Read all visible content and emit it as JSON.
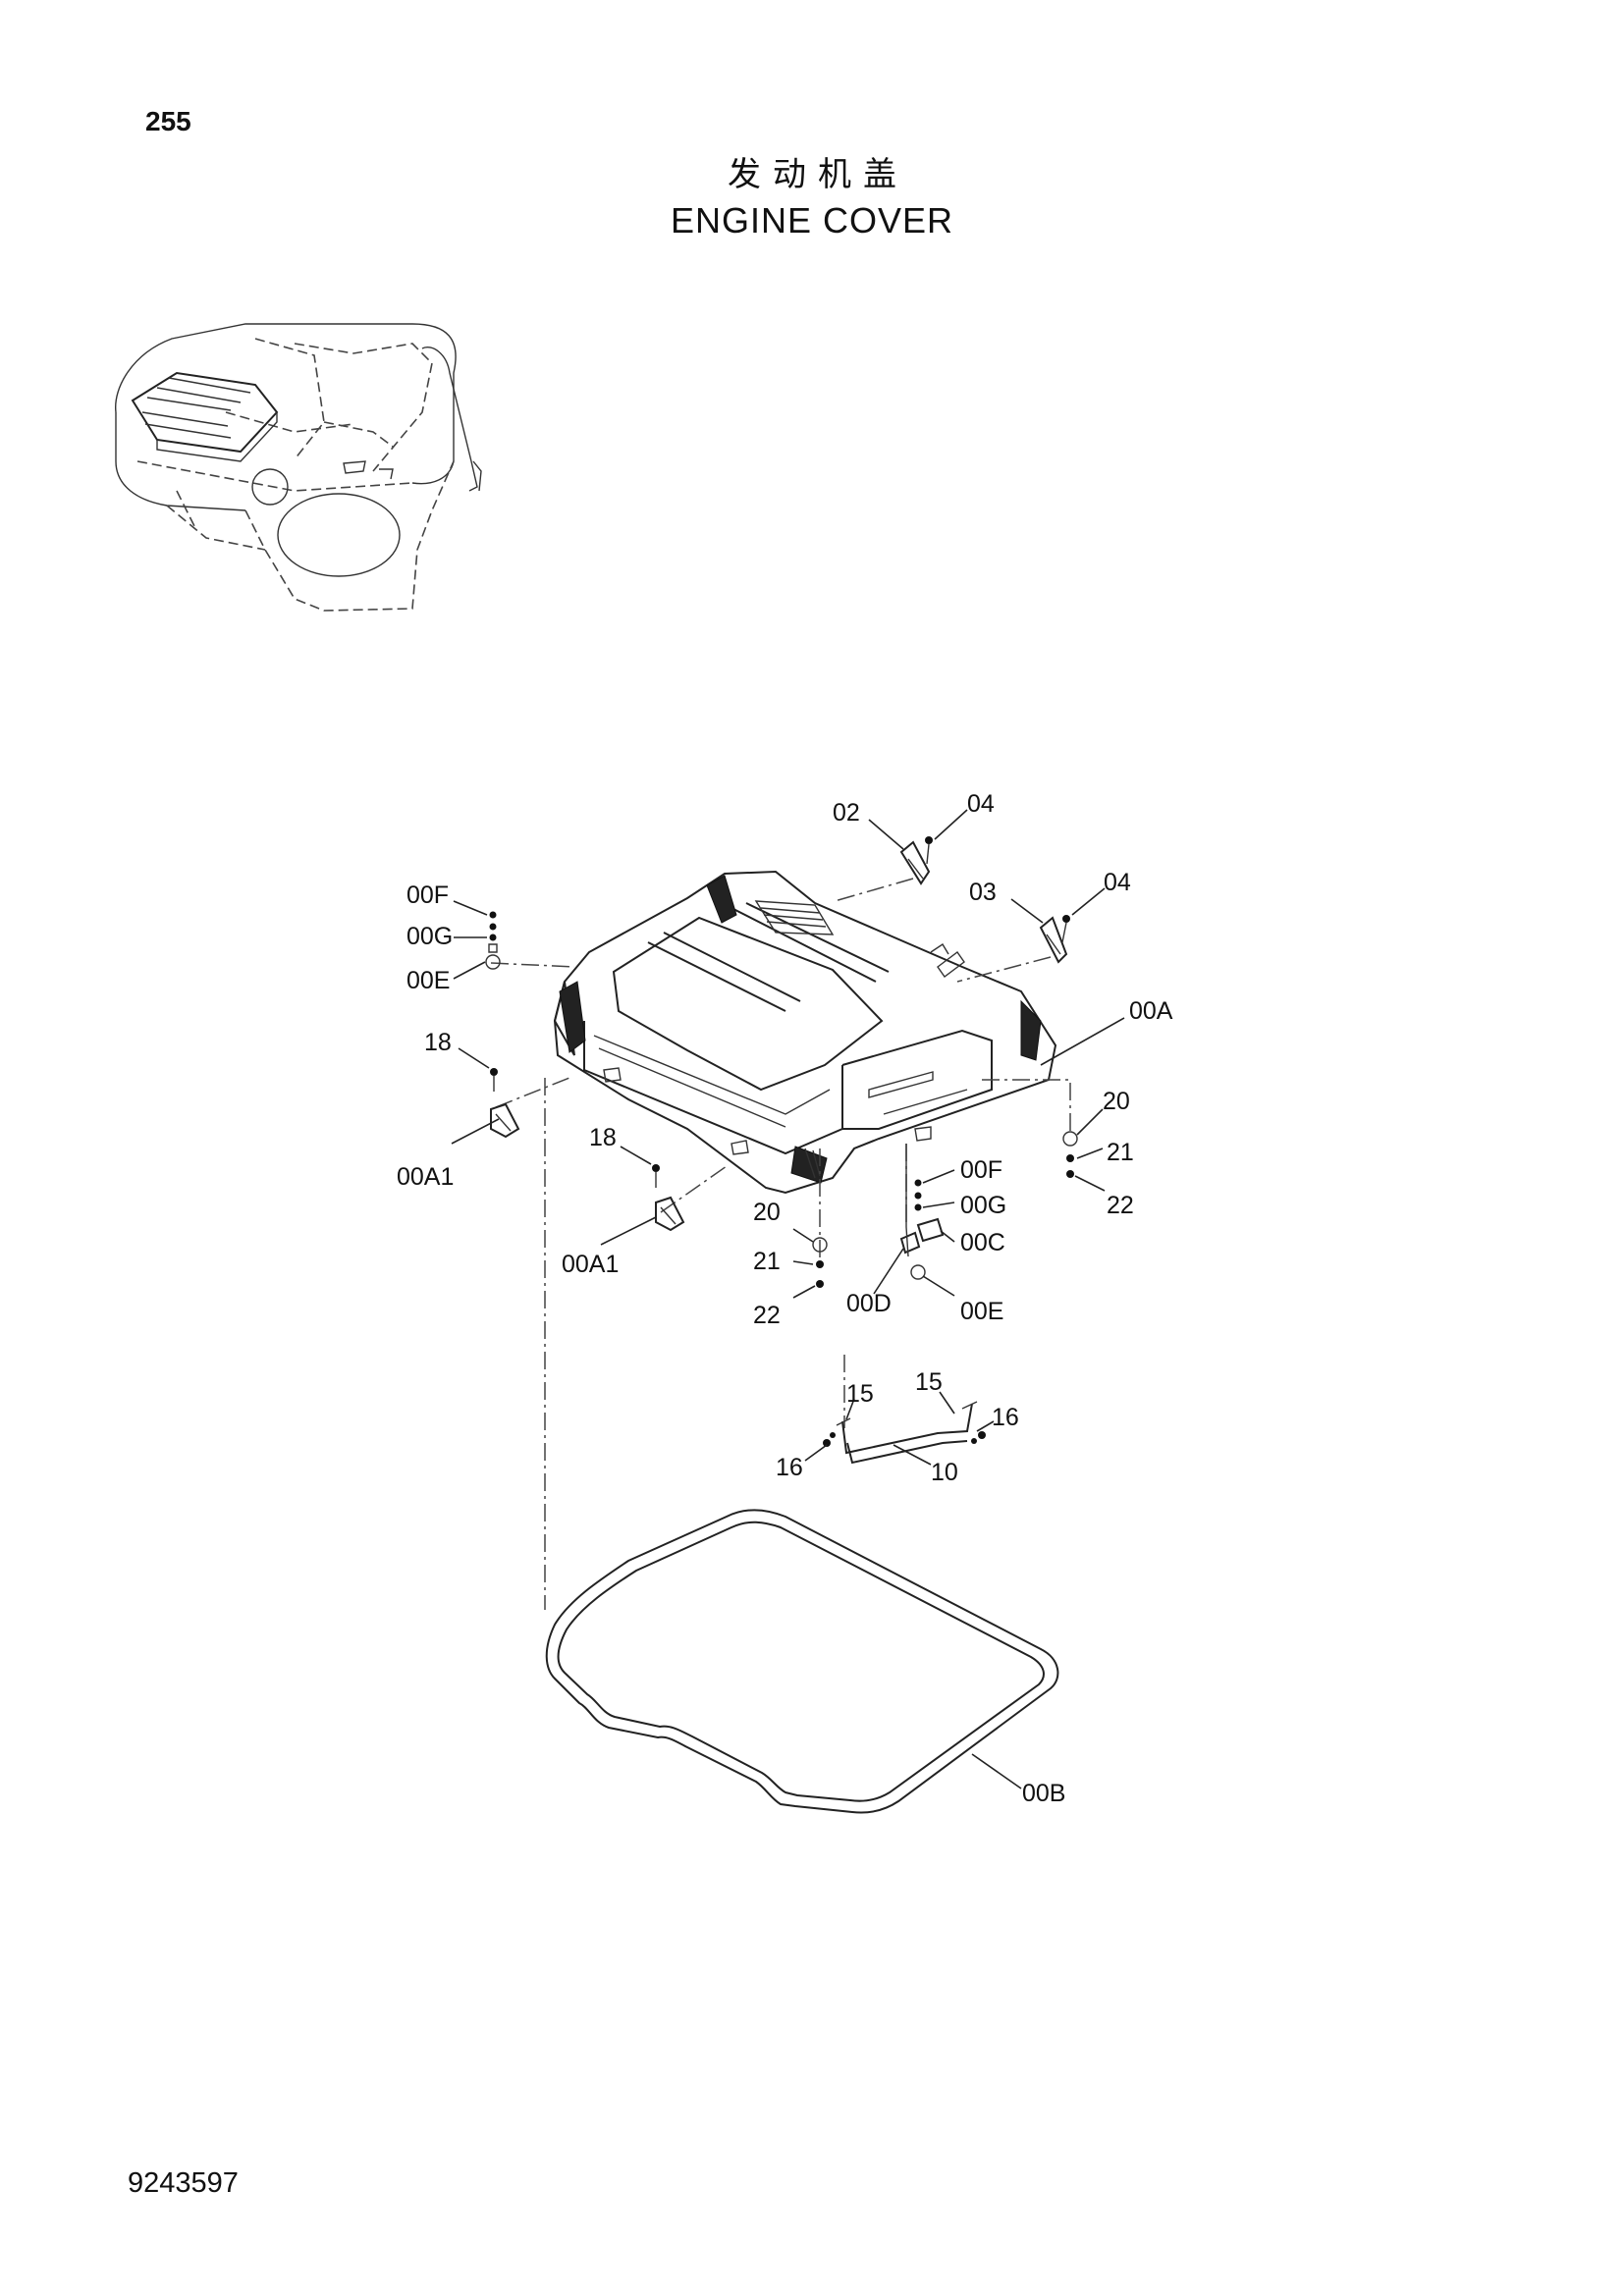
{
  "page": {
    "number": "255",
    "doc_code": "9243597"
  },
  "title": {
    "cn": "发动机盖",
    "en": "ENGINE COVER"
  },
  "callouts": {
    "c02": "02",
    "c04a": "04",
    "c03": "03",
    "c04b": "04",
    "c00F_l": "00F",
    "c00G_l": "00G",
    "c00E_l": "00E",
    "c00A": "00A",
    "c18_l": "18",
    "c00A1_l": "00A1",
    "c20_r": "20",
    "c21_r": "21",
    "c22_r": "22",
    "c18_m": "18",
    "c00A1_m": "00A1",
    "c00F_r": "00F",
    "c00G_r": "00G",
    "c00C": "00C",
    "c00D": "00D",
    "c00E_r": "00E",
    "c20_m": "20",
    "c21_m": "21",
    "c22_m": "22",
    "c15_l": "15",
    "c15_r": "15",
    "c16_r": "16",
    "c16_l": "16",
    "c10": "10",
    "c00B": "00B"
  }
}
